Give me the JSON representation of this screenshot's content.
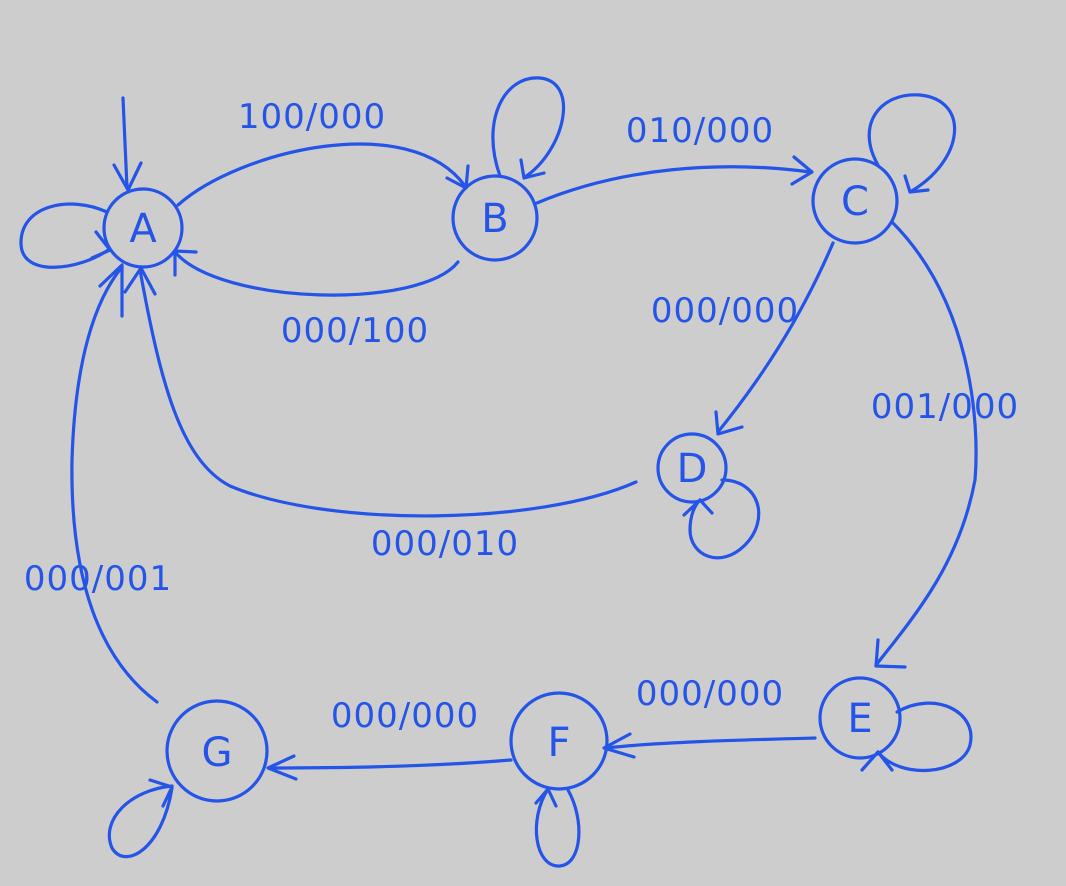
{
  "diagram": {
    "ink_color": "#2454e8",
    "background_color": "#cdcdcd",
    "states": [
      {
        "id": "A",
        "label": "A"
      },
      {
        "id": "B",
        "label": "B"
      },
      {
        "id": "C",
        "label": "C"
      },
      {
        "id": "D",
        "label": "D"
      },
      {
        "id": "E",
        "label": "E"
      },
      {
        "id": "F",
        "label": "F"
      },
      {
        "id": "G",
        "label": "G"
      }
    ],
    "transitions": [
      {
        "from": "A",
        "to": "B",
        "label": "100/000"
      },
      {
        "from": "B",
        "to": "C",
        "label": "010/000"
      },
      {
        "from": "B",
        "to": "A",
        "label": "000/100"
      },
      {
        "from": "C",
        "to": "D",
        "label": "000/000"
      },
      {
        "from": "C",
        "to": "E",
        "label": "001/000"
      },
      {
        "from": "D",
        "to": "A",
        "label": "000/010"
      },
      {
        "from": "G",
        "to": "A",
        "label": "000/001"
      },
      {
        "from": "E",
        "to": "F",
        "label": "000/000"
      },
      {
        "from": "F",
        "to": "G",
        "label": "000/000"
      }
    ]
  }
}
